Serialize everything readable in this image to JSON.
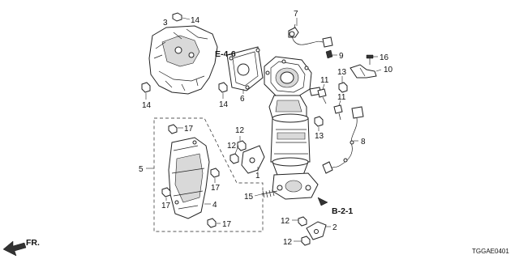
{
  "diagram": {
    "callouts": {
      "c3": "3",
      "c14a": "14",
      "c14b": "14",
      "c14c": "14",
      "c7": "7",
      "c9": "9",
      "c16": "16",
      "c10": "10",
      "c13a": "13",
      "c11a": "11",
      "c11b": "11",
      "c13b": "13",
      "c6": "6",
      "c8": "8",
      "c17a": "17",
      "c17b": "17",
      "c17c": "17",
      "c17d": "17",
      "c5": "5",
      "c4": "4",
      "c12a": "12",
      "c12b": "12",
      "c12c": "12",
      "c12d": "12",
      "c1": "1",
      "c15": "15",
      "c2": "2"
    },
    "ref_e46": "E-4-6",
    "ref_b21": "B-2-1",
    "front_label": "FR.",
    "diagram_code": "TGGAE0401"
  }
}
